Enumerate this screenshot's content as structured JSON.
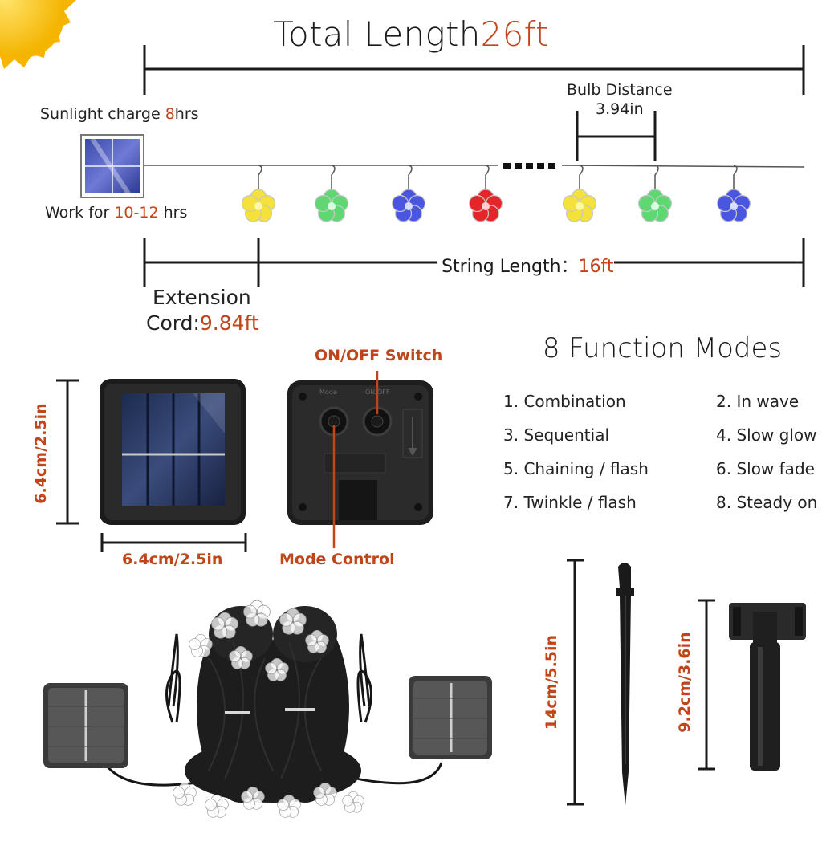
{
  "title": {
    "main": "Total Length",
    "value": "26ft"
  },
  "sunlight": {
    "label": "Sunlight charge ",
    "value": "8",
    "unit": "hrs"
  },
  "work": {
    "label": "Work for ",
    "value": "10-12",
    "unit": " hrs"
  },
  "bulb_distance": {
    "label": "Bulb Distance",
    "value": "3.94in"
  },
  "string_length": {
    "label": "String Length：",
    "value": "16ft"
  },
  "extension": {
    "line1": "Extension",
    "line2": "Cord:",
    "value": "9.84ft"
  },
  "panel": {
    "height": "6.4cm/2.5in",
    "width": "6.4cm/2.5in"
  },
  "box": {
    "switch": "ON/OFF Switch",
    "mode": "Mode Control",
    "label_mode": "Mode",
    "label_onoff": "ON/OFF"
  },
  "modes": {
    "title": "8 Function Modes",
    "items": [
      "1. Combination",
      "2. In wave",
      "3. Sequential",
      "4. Slow glow",
      "5. Chaining / flash",
      "6. Slow fade",
      "7. Twinkle / flash",
      "8. Steady on"
    ]
  },
  "stake": {
    "length": "14cm/5.5in"
  },
  "holder": {
    "length": "9.2cm/3.6in"
  },
  "colors": {
    "accent": "#c0451a",
    "yellow": "#f4e23a",
    "green": "#5fd873",
    "blue": "#4a55e0",
    "red": "#e5252a"
  }
}
